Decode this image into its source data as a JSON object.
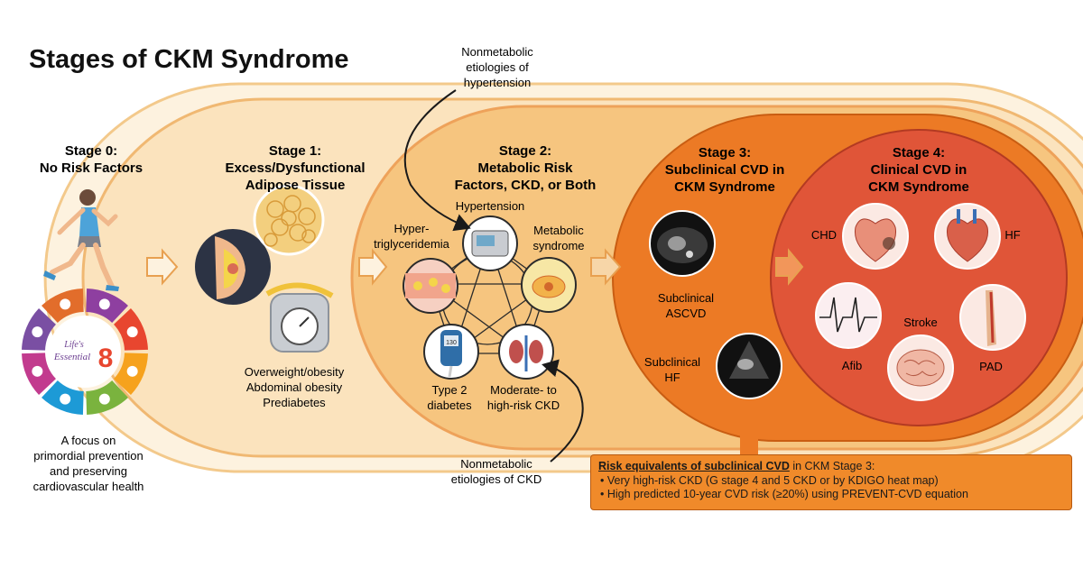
{
  "title": "Stages of CKM Syndrome",
  "stage0": {
    "heading_line1": "Stage 0:",
    "heading_line2": "No Risk Factors",
    "wheel_text_line1": "Life's",
    "wheel_text_line2": "Essential",
    "wheel_number": "8",
    "caption_line1": "A focus on",
    "caption_line2": "primordial prevention",
    "caption_line3": "and preserving",
    "caption_line4": "cardiovascular health",
    "wheel_colors": [
      "#8e3fa0",
      "#e8462f",
      "#f6a21d",
      "#7ab33e",
      "#1d9ad6",
      "#c23b8e",
      "#7a4fa3",
      "#e26d2b"
    ]
  },
  "stage1": {
    "heading_line1": "Stage 1:",
    "heading_line2": "Excess/Dysfunctional",
    "heading_line3": "Adipose Tissue",
    "caption_line1": "Overweight/obesity",
    "caption_line2": "Abdominal obesity",
    "caption_line3": "Prediabetes"
  },
  "stage2": {
    "heading_line1": "Stage 2:",
    "heading_line2": "Metabolic Risk",
    "heading_line3": "Factors, CKD, or Both",
    "hypertension": "Hypertension",
    "hypertrig_line1": "Hyper-",
    "hypertrig_line2": "triglyceridemia",
    "metabolic_line1": "Metabolic",
    "metabolic_line2": "syndrome",
    "diabetes_line1": "Type 2",
    "diabetes_line2": "diabetes",
    "ckd_line1": "Moderate- to",
    "ckd_line2": "high-risk CKD",
    "meter_reading": "130",
    "top_note_line1": "Nonmetabolic",
    "top_note_line2": "etiologies of",
    "top_note_line3": "hypertension",
    "bottom_note_line1": "Nonmetabolic",
    "bottom_note_line2": "etiologies of CKD"
  },
  "stage3": {
    "heading_line1": "Stage 3:",
    "heading_line2": "Subclinical CVD in",
    "heading_line3": "CKM Syndrome",
    "ascvd_line1": "Subclinical",
    "ascvd_line2": "ASCVD",
    "hf_line1": "Subclinical",
    "hf_line2": "HF"
  },
  "stage4": {
    "heading_line1": "Stage 4:",
    "heading_line2": "Clinical CVD in",
    "heading_line3": "CKM Syndrome",
    "chd": "CHD",
    "hf": "HF",
    "stroke": "Stroke",
    "afib": "Afib",
    "pad": "PAD"
  },
  "risk_box": {
    "header_underlined": "Risk equivalents of subclinical CVD",
    "header_rest": " in CKM Stage 3:",
    "item1": "Very high-risk CKD (G stage 4 and 5 CKD or by KDIGO heat map)",
    "item2": "High predicted 10-year CVD risk (≥20%) using PREVENT-CVD equation"
  },
  "colors": {
    "stage1_fill": "#fbe3bd",
    "stage2_fill": "#f6c57f",
    "stage3_fill": "#ec7a25",
    "stage4_fill": "#e05538",
    "outline": "#f0a94e"
  }
}
